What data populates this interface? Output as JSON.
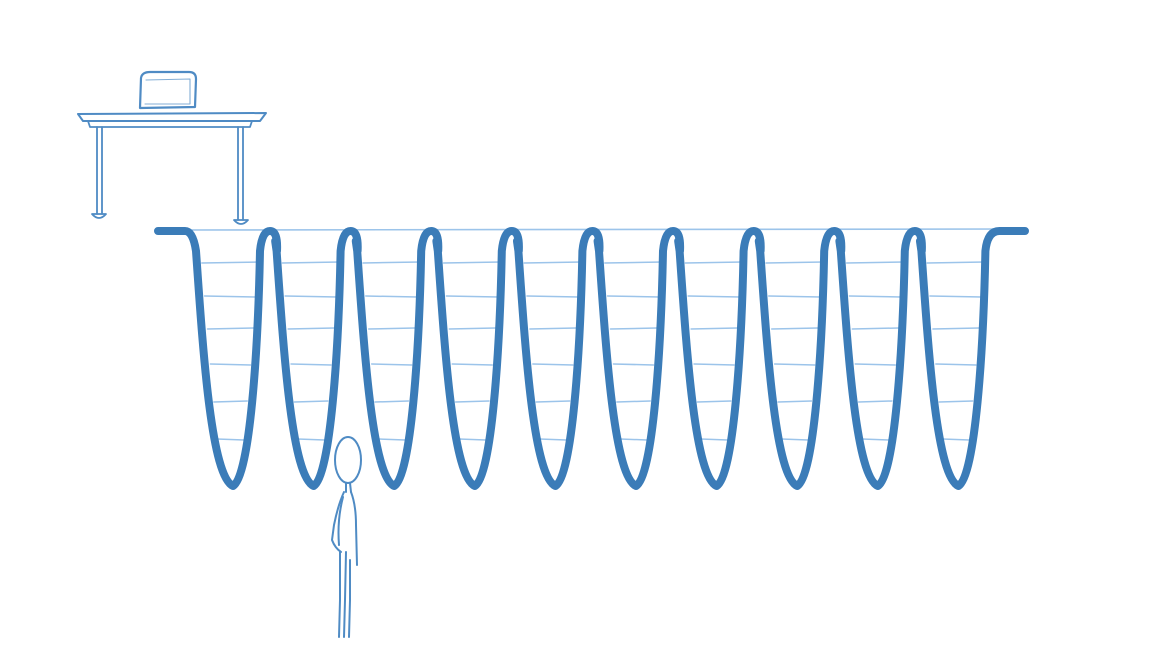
{
  "scene": {
    "background": "#ffffff",
    "ink_dark": "#3b7cb8",
    "ink_light": "#9cc4ea",
    "ink_sketch": "#4f8bc4",
    "pit_count": 10,
    "rungs_per_pit": 6
  },
  "objects": {
    "desk": "desk-with-laptop",
    "figure": "stick-figure",
    "trench": "zigzag-trench-with-ladders"
  }
}
